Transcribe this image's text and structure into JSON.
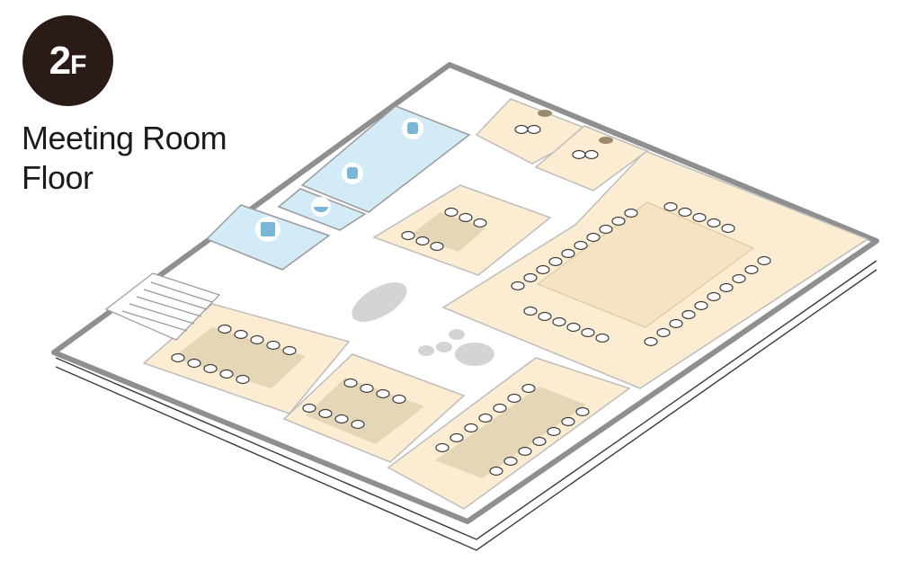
{
  "floor_badge": {
    "number": "2",
    "suffix": "F"
  },
  "title": {
    "line1": "Meeting Room",
    "line2": "Floor"
  },
  "colors": {
    "room": "#fbecd2",
    "table": "#e6d6b8",
    "restroom": "#d3ebf7",
    "corridor": "#ffffff",
    "wall": "#8f8f8f",
    "badge": "#2b1b17",
    "text": "#1e1a18",
    "furniture": "#d4d4d4"
  },
  "icons": [
    "male-restroom-icon",
    "female-restroom-icon",
    "washbasin-icon",
    "elevator-icon",
    "speaker-icon",
    "stairs-icon"
  ]
}
